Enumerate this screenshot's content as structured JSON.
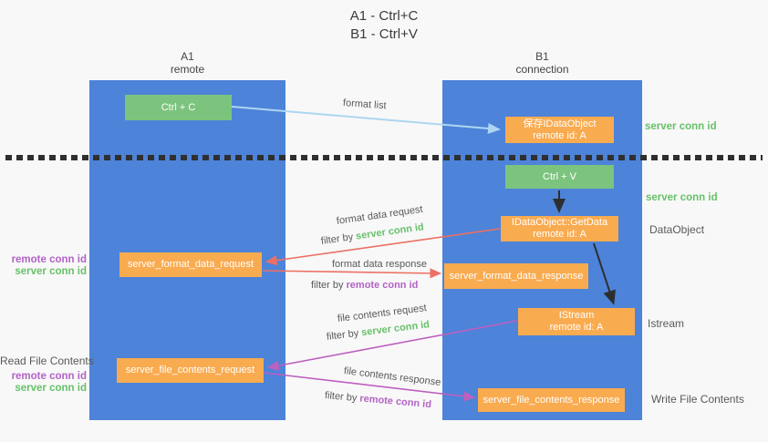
{
  "title": {
    "line1": "A1 - Ctrl+C",
    "line2": "B1 - Ctrl+V"
  },
  "lifelines": {
    "left": {
      "name": "A1",
      "role": "remote"
    },
    "right": {
      "name": "B1",
      "role": "connection"
    }
  },
  "nodes": {
    "ctrl_c": {
      "label": "Ctrl + C"
    },
    "save_idataobject": {
      "line1": "保存IDataObject",
      "line2": "remote id: A"
    },
    "ctrl_v": {
      "label": "Ctrl + V"
    },
    "getdata": {
      "line1": "IDataObject::GetData",
      "line2": "remote id: A"
    },
    "format_request": {
      "label": "server_format_data_request"
    },
    "format_response": {
      "label": "server_format_data_response"
    },
    "istream": {
      "line1": "IStream",
      "line2": "remote id: A"
    },
    "file_request": {
      "label": "server_file_contents_request"
    },
    "file_response": {
      "label": "server_file_contents_response"
    }
  },
  "side_labels": {
    "server_conn_id_top": "server conn id",
    "server_conn_id_mid": "server conn id",
    "dataobject": "DataObject",
    "istream": "Istream",
    "write_file_contents": "Write File Contents",
    "read_file_contents": "Read File Contents",
    "remote_conn_id_1": "remote conn id",
    "server_conn_id_1": "server conn id",
    "remote_conn_id_2": "remote conn id",
    "server_conn_id_2": "server conn id"
  },
  "arrow_labels": {
    "format_list": "format list",
    "format_data_request": "format data request",
    "format_data_response": "format data response",
    "file_contents_request": "file contents request",
    "file_contents_response": "file contents response",
    "filter_by": "filter by ",
    "server_conn_id": "server conn id",
    "remote_conn_id": "remote conn id"
  },
  "colors": {
    "column_blue": "#4d83d8",
    "box_green": "#7cc47e",
    "box_orange": "#f9ab50",
    "text_green": "#67c06a",
    "text_purple": "#b263c6",
    "arrow_red": "#ec7063",
    "arrow_magenta": "#bd60bf",
    "arrow_lightblue": "#aed6f1",
    "arrow_black": "#2e2e2e"
  }
}
